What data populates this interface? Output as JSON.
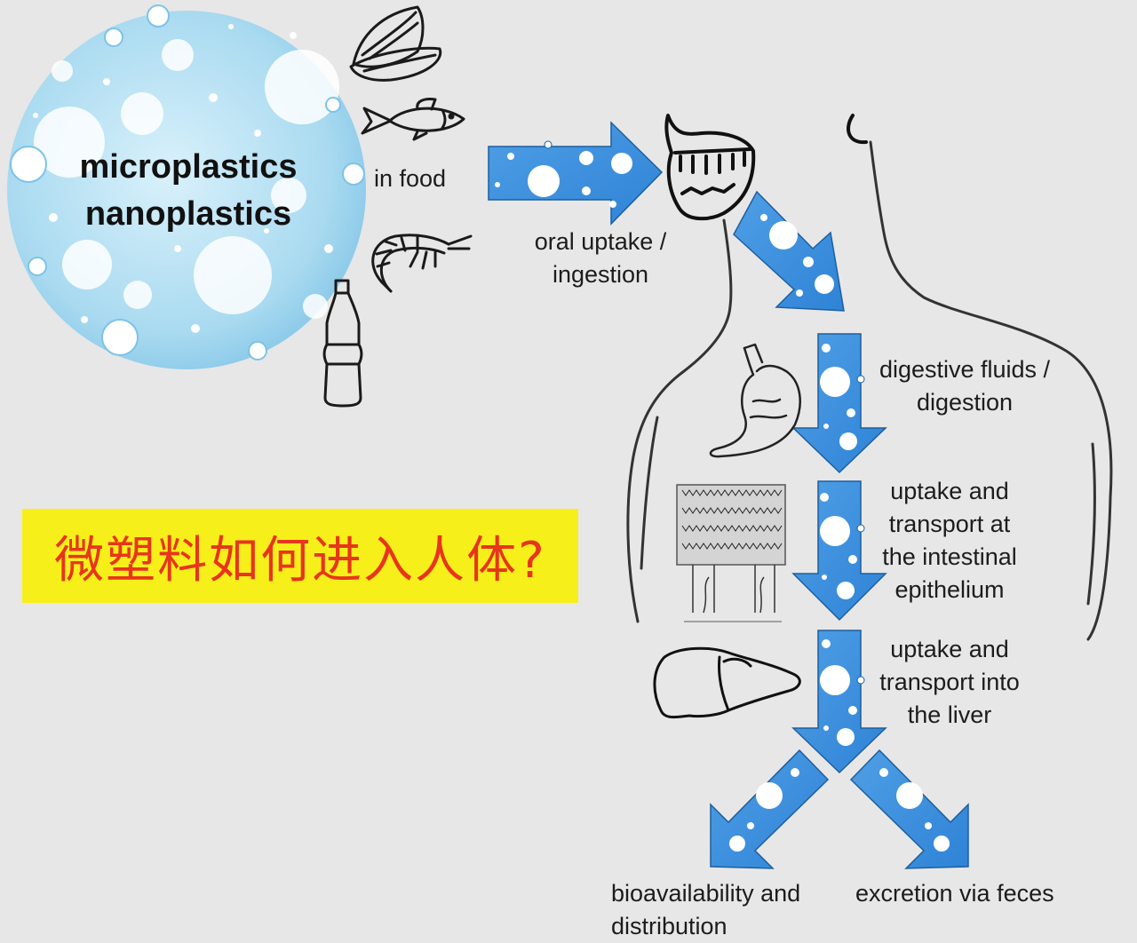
{
  "source": {
    "line1": "microplastics",
    "line2": "nanoplastics"
  },
  "food_label": "in food",
  "oral_label": {
    "line1": "oral uptake /",
    "line2": "ingestion"
  },
  "steps": [
    {
      "line1": "digestive fluids /",
      "line2": "digestion"
    },
    {
      "line1": "uptake and",
      "line2": "transport at",
      "line3": "the intestinal",
      "line4": "epithelium"
    },
    {
      "line1": "uptake and",
      "line2": "transport into",
      "line3": "the liver"
    }
  ],
  "outcomes": {
    "left": {
      "line1": "bioavailability and",
      "line2": "distribution"
    },
    "right": "excretion via feces"
  },
  "banner": "微塑料如何进入人体?",
  "colors": {
    "background": "#e7e7e7",
    "arrow_blue": "#3f93e0",
    "particle_circle": "#aedcf2",
    "banner_bg": "#f7ef1a",
    "banner_text": "#e8351c"
  },
  "icons": [
    "mussel-icon",
    "fish-icon",
    "shrimp-icon",
    "bottle-icon",
    "stomach-icon",
    "intestinal-villi-icon",
    "liver-icon",
    "mouth-icon"
  ]
}
